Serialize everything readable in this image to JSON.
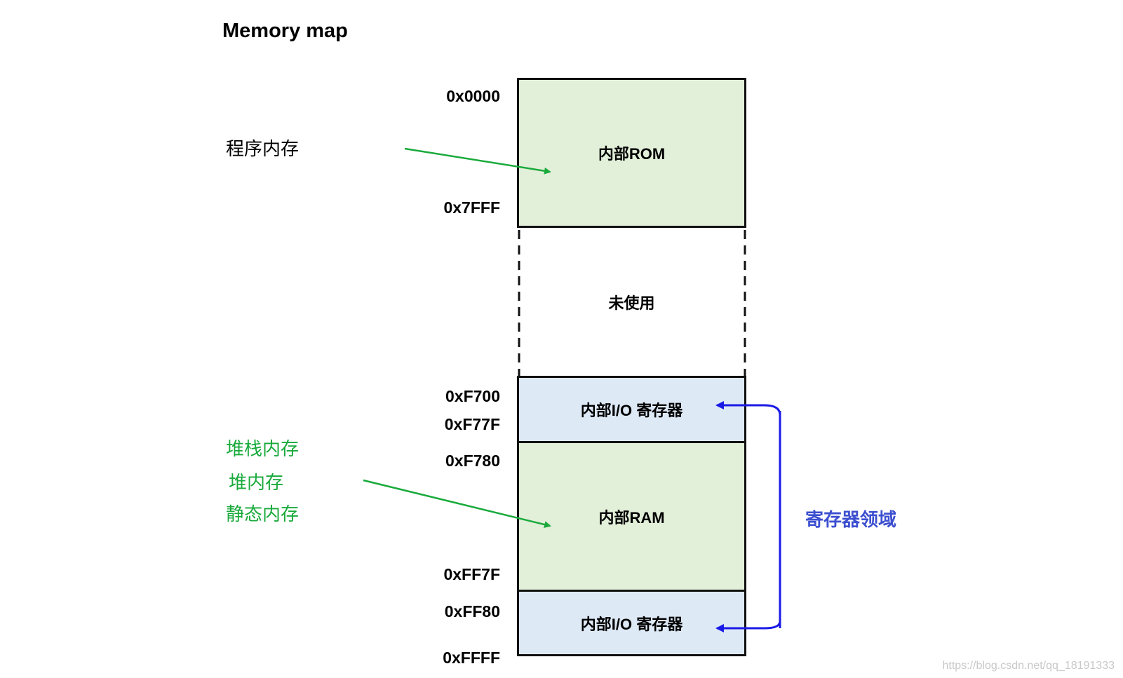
{
  "title": "Memory map",
  "addresses": {
    "a0000": "0x0000",
    "a7fff": "0x7FFF",
    "af700": "0xF700",
    "af77f": "0xF77F",
    "af780": "0xF780",
    "aff7f": "0xFF7F",
    "aff80": "0xFF80",
    "affff": "0xFFFF"
  },
  "blocks": {
    "rom": "内部ROM",
    "unused": "未使用",
    "io_top": "内部I/O 寄存器",
    "ram": "内部RAM",
    "io_bottom": "内部I/O 寄存器"
  },
  "labels": {
    "program_memory": "程序内存",
    "stack_memory": "堆栈内存",
    "heap_memory": "堆内存",
    "static_memory": "静态内存",
    "register_area": "寄存器领域"
  },
  "colors": {
    "rom_fill": "#e2efd9",
    "io_fill": "#dee9f6",
    "green_arrow": "#1aaa3c",
    "blue_arrow": "#1a1ae6"
  },
  "watermark": "https://blog.csdn.net/qq_18191333"
}
